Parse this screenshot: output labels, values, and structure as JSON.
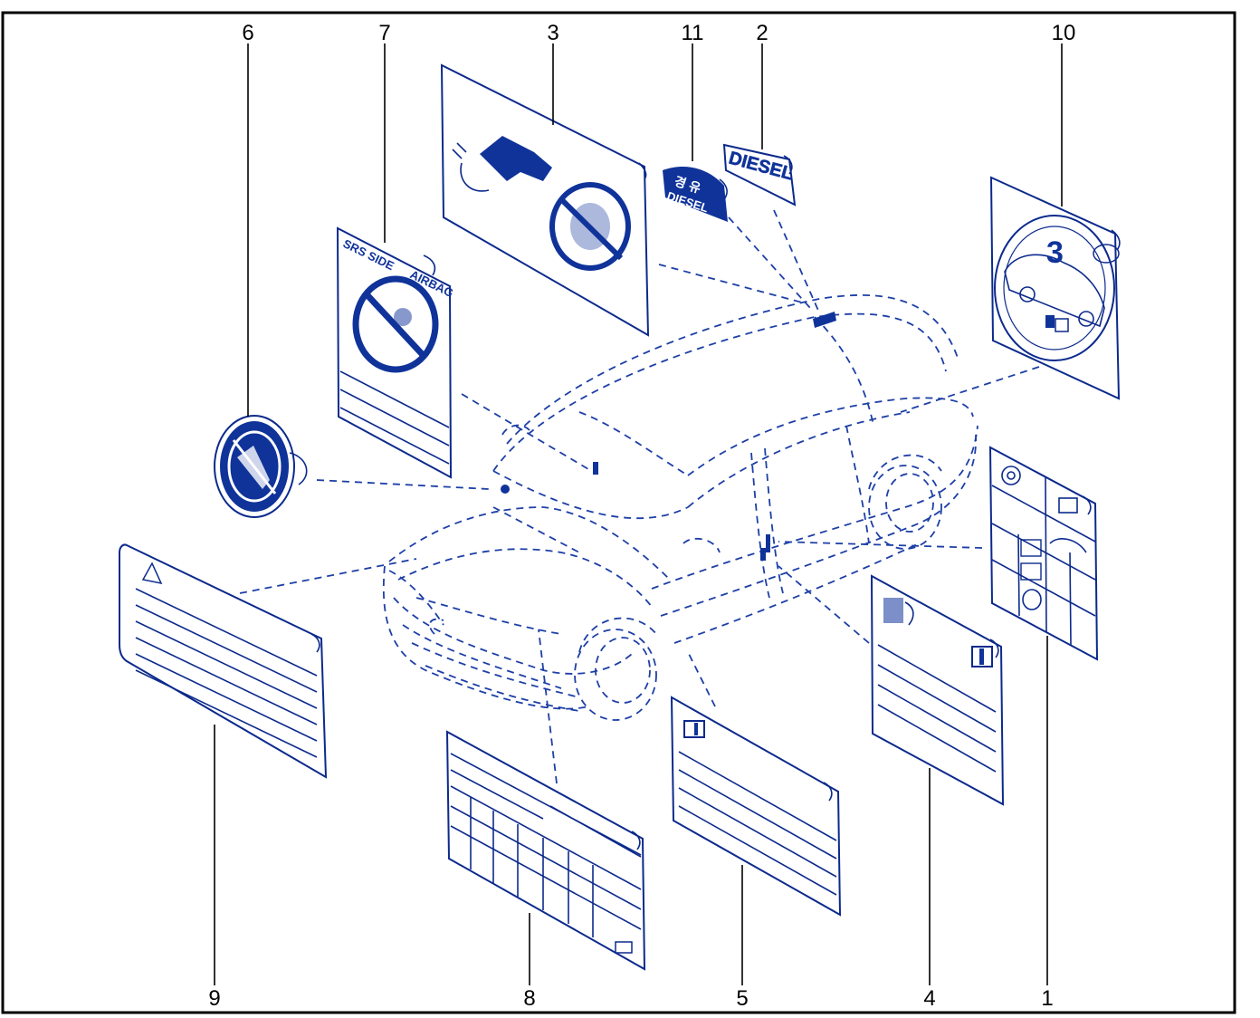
{
  "callouts": {
    "c1": "1",
    "c2": "2",
    "c3": "3",
    "c4": "4",
    "c5": "5",
    "c6": "6",
    "c7": "7",
    "c8": "8",
    "c9": "9",
    "c10": "10",
    "c11": "11"
  },
  "labels": {
    "diesel": "DIESEL",
    "korean_fuel": "경 유",
    "korean_diesel": "DIESEL",
    "srs_side": "SRS SIDE",
    "airbag": "AIRBAG",
    "gear_number": "3"
  },
  "colors": {
    "ink": "#0c2a8c",
    "fill_blue": "#10339a",
    "frame": "#000000"
  }
}
